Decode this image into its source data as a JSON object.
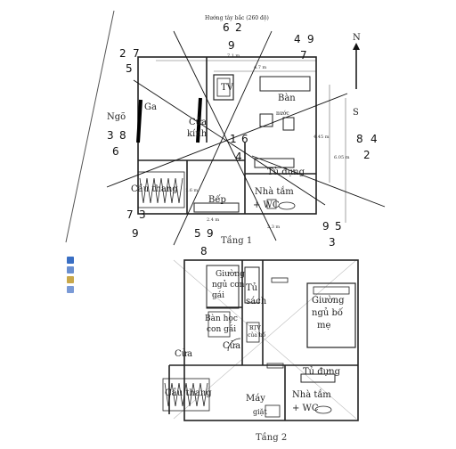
{
  "header_note": "Hướng tây bắc (260 độ)",
  "compass": {
    "north": "N",
    "south": "S"
  },
  "floor1": {
    "title": "Tầng 1",
    "rooms": {
      "ngo": "Ngõ",
      "ga": "Ga",
      "cua_kinh_1": "Cửa",
      "cua_kinh_2": "kính",
      "tv": "TV",
      "ban_nuoc_1": "Bàn",
      "ban_nuoc_2": "nước",
      "tu_dung": "Tủ đựng",
      "cau_thang": "Cầu thang",
      "bep": "Bếp",
      "nha_tam_1": "Nhà tắm",
      "nha_tam_2": "+ WC"
    },
    "dims": {
      "top_1": "7.1 m",
      "top_2": "4.7 m",
      "right_1": "4.45 m",
      "right_2": "6.05 m",
      "left_1": "1.6 m",
      "bottom_1": "2.4 m",
      "bottom_2": "2.3 m"
    },
    "numbers": {
      "top_left_a": "2",
      "top_left_b": "7",
      "top_left_c": "5",
      "top_mid_a": "6",
      "top_mid_b": "2",
      "top_mid_c": "9",
      "top_right_a": "4",
      "top_right_b": "9",
      "top_right_c": "7",
      "left_a": "3",
      "left_b": "8",
      "left_c": "6",
      "right_a": "8",
      "right_b": "4",
      "right_c": "2",
      "center_a": "1",
      "center_b": "6",
      "center_c": "4",
      "bottom_left_a": "7",
      "bottom_left_b": "3",
      "bottom_left_c": "9",
      "bottom_mid_a": "5",
      "bottom_mid_b": "9",
      "bottom_mid_c": "8",
      "bottom_right_a": "9",
      "bottom_right_b": "5",
      "bottom_right_c": "3"
    }
  },
  "floor2": {
    "title": "Tầng 2",
    "rooms": {
      "giuong_con_1": "Giường",
      "giuong_con_2": "ngủ con",
      "giuong_con_3": "gái",
      "tu_sach_1": "Tủ",
      "tu_sach_2": "sách",
      "giuong_bo_1": "Giường",
      "giuong_bo_2": "ngủ bố",
      "giuong_bo_3": "mẹ",
      "ban_hoc_1": "Bàn học",
      "ban_hoc_2": "con gái",
      "btv_1": "BTV",
      "btv_2": "của bố",
      "cua_1": "Cửa",
      "cua_2": "Cửa",
      "tu_dung": "Tủ đựng",
      "cau_thang": "Cầu thang",
      "may_giat_1": "Máy",
      "may_giat_2": "giặt",
      "nha_tam_1": "Nhà tắm",
      "nha_tam_2": "+ WC"
    }
  },
  "colors": {
    "line": "#222222",
    "light_line": "#bbbbbb"
  }
}
